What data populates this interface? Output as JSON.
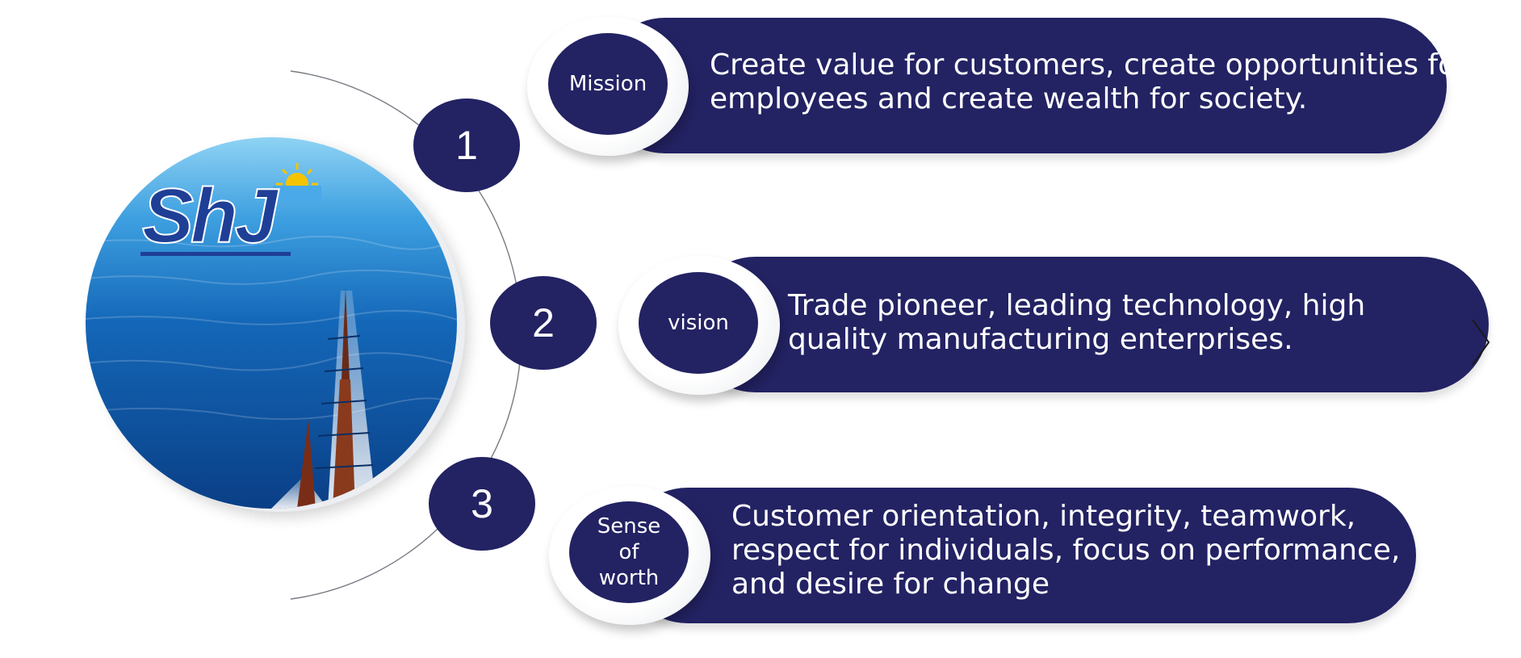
{
  "hero": {
    "logo_text": "ShJ"
  },
  "items": [
    {
      "number": "1",
      "label": "Mission",
      "text": [
        "Create value for customers, create opportunities for",
        "employees and create wealth for society."
      ]
    },
    {
      "number": "2",
      "label": "vision",
      "text": [
        "Trade pioneer, leading technology, high",
        "quality manufacturing enterprises."
      ]
    },
    {
      "number": "3",
      "label": [
        "Sense",
        "of",
        "worth"
      ],
      "text": [
        "Customer orientation, integrity, teamwork,",
        "respect for individuals, focus on performance,",
        "and desire for change"
      ]
    }
  ],
  "colors": {
    "navy": "#232263",
    "ring": "#e9ebee",
    "background": "#ffffff"
  },
  "icons": {
    "next": "chevron-right-icon",
    "logo_sun": "sun-icon"
  }
}
